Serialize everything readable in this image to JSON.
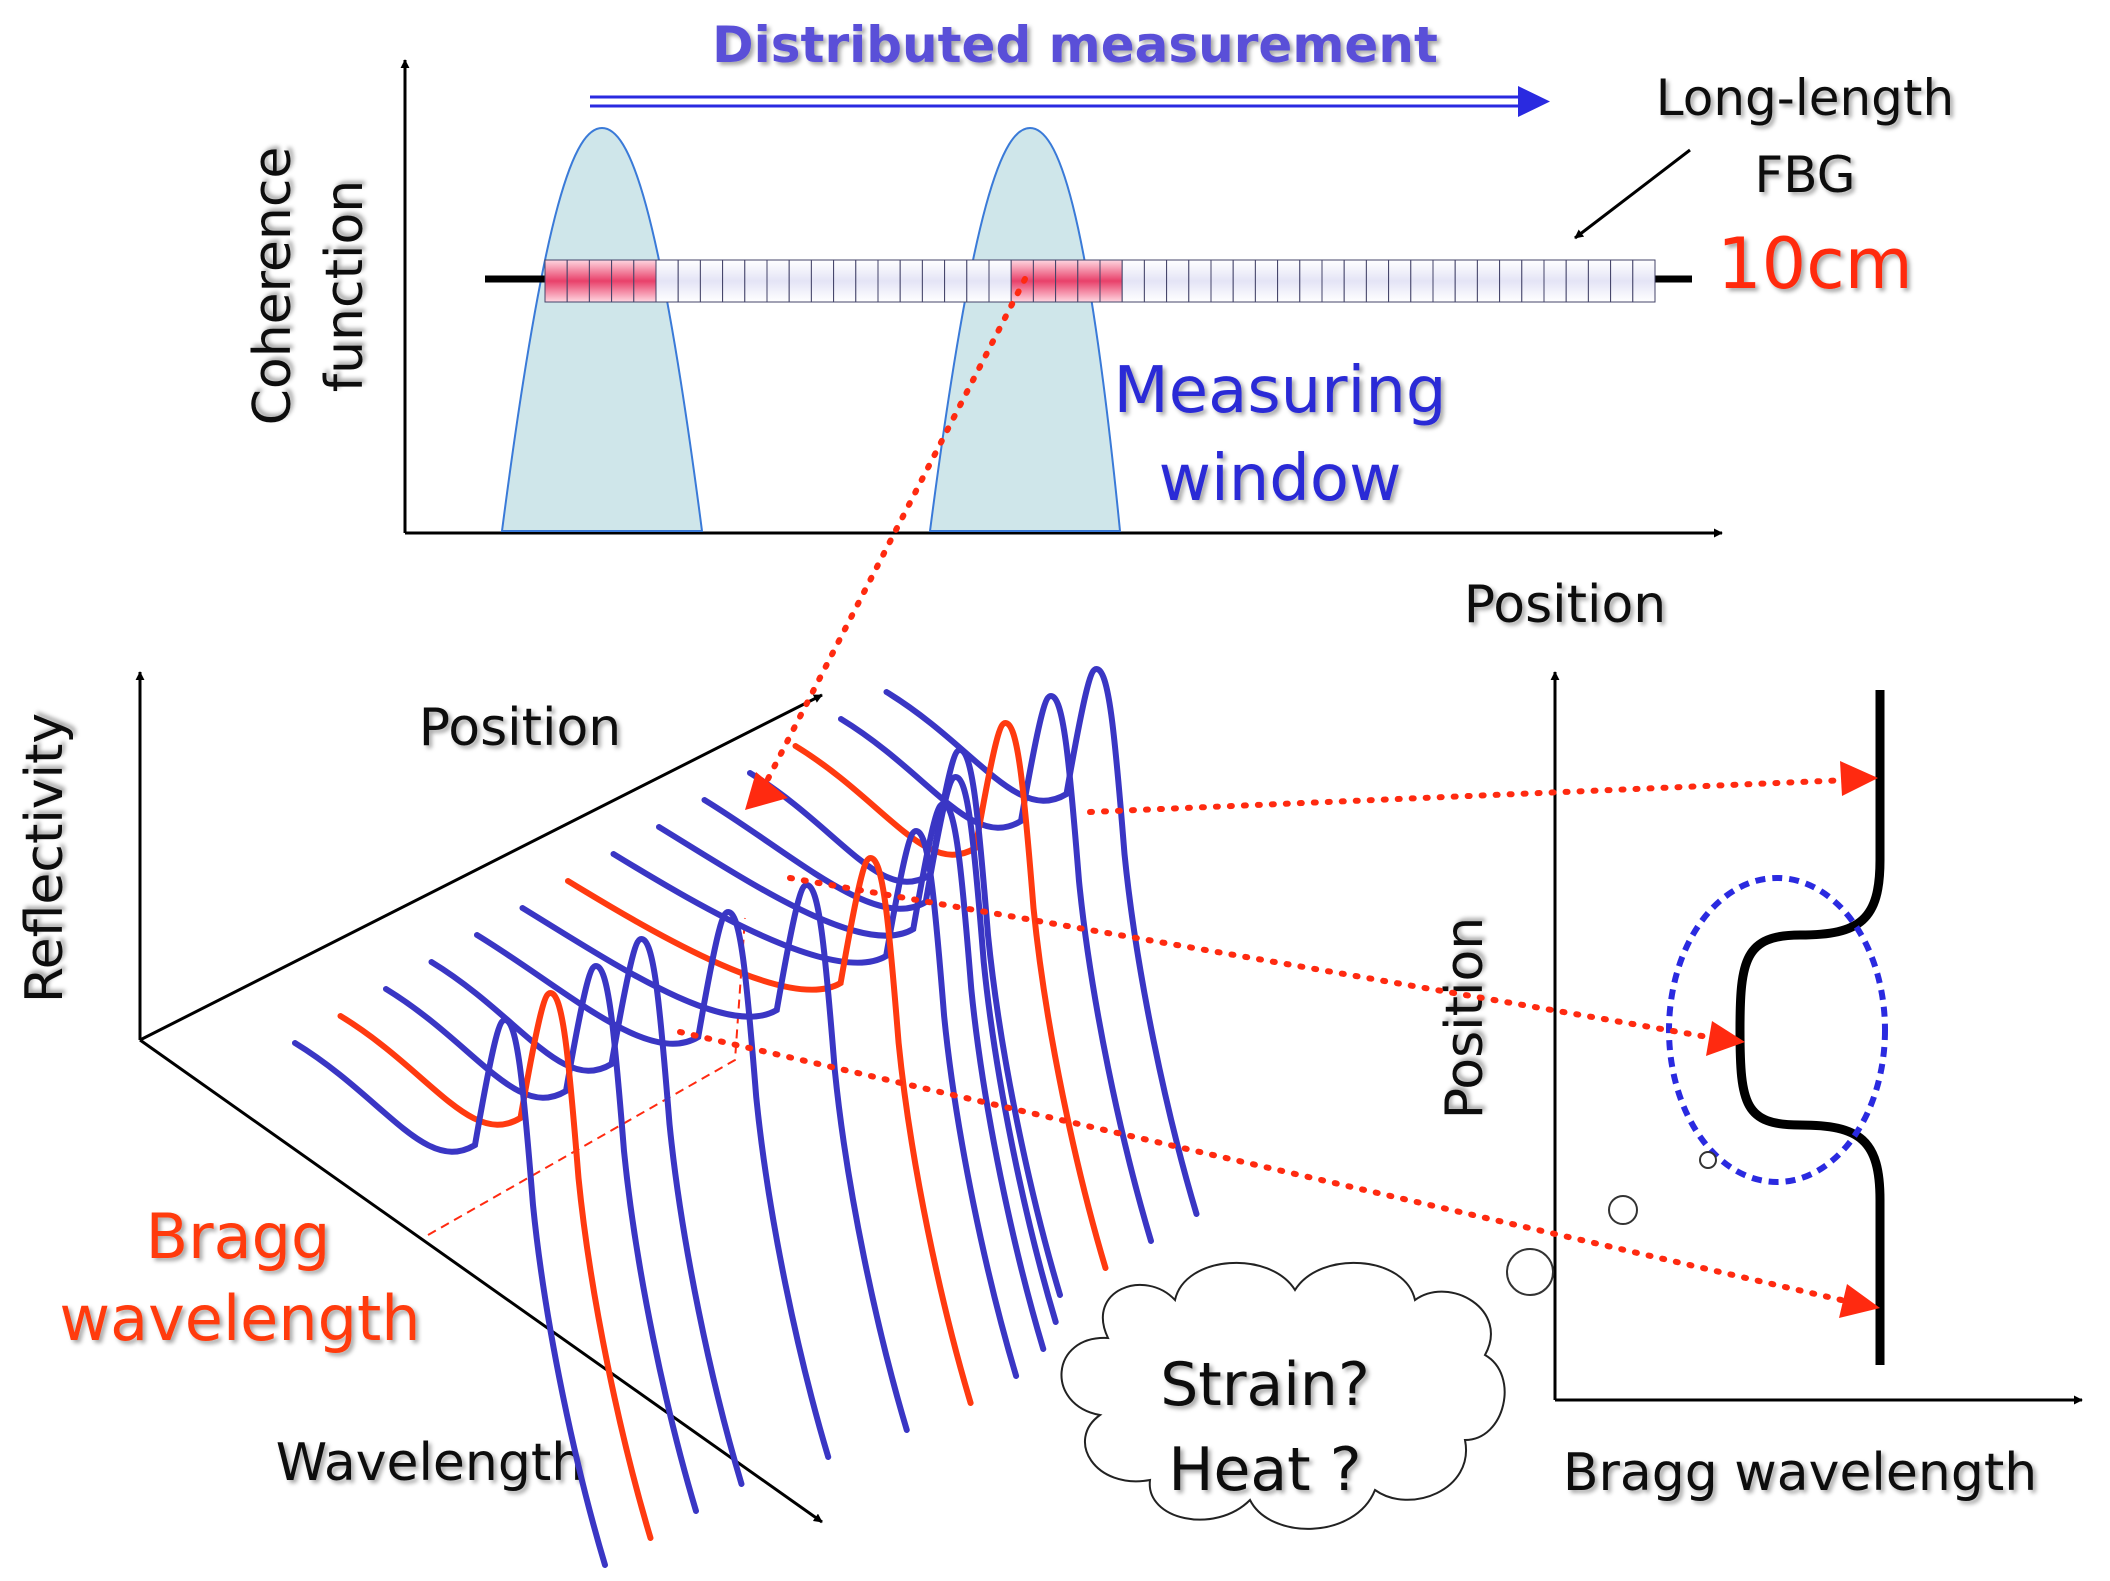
{
  "top_panel": {
    "title": "Distributed measurement",
    "y_axis_label_line1": "Coherence",
    "y_axis_label_line2": "function",
    "x_axis_label": "Position",
    "fbg_label_line1": "Long-length",
    "fbg_label_line2": "FBG",
    "fbg_length": "10cm",
    "window_label_line1": "Measuring",
    "window_label_line2": "window"
  },
  "spectra_panel": {
    "z_axis_label": "Reflectivity",
    "position_axis_label": "Position",
    "wavelength_axis_label": "Wavelength",
    "bragg_label_line1": "Bragg",
    "bragg_label_line2": "wavelength"
  },
  "result_panel": {
    "y_axis_label": "Position",
    "x_axis_label": "Bragg wavelength"
  },
  "thought_bubble": {
    "line1": "Strain?",
    "line2": "Heat ?"
  },
  "colors": {
    "blue_text": "#2b2bd6",
    "title_blue": "#5a50d8",
    "red": "#ff2a10",
    "spectrum_blue": "#3a36c4",
    "spectrum_red": "#ff3a10",
    "window_fill": "#cfe6ea",
    "window_stroke": "#3a7ad8"
  }
}
